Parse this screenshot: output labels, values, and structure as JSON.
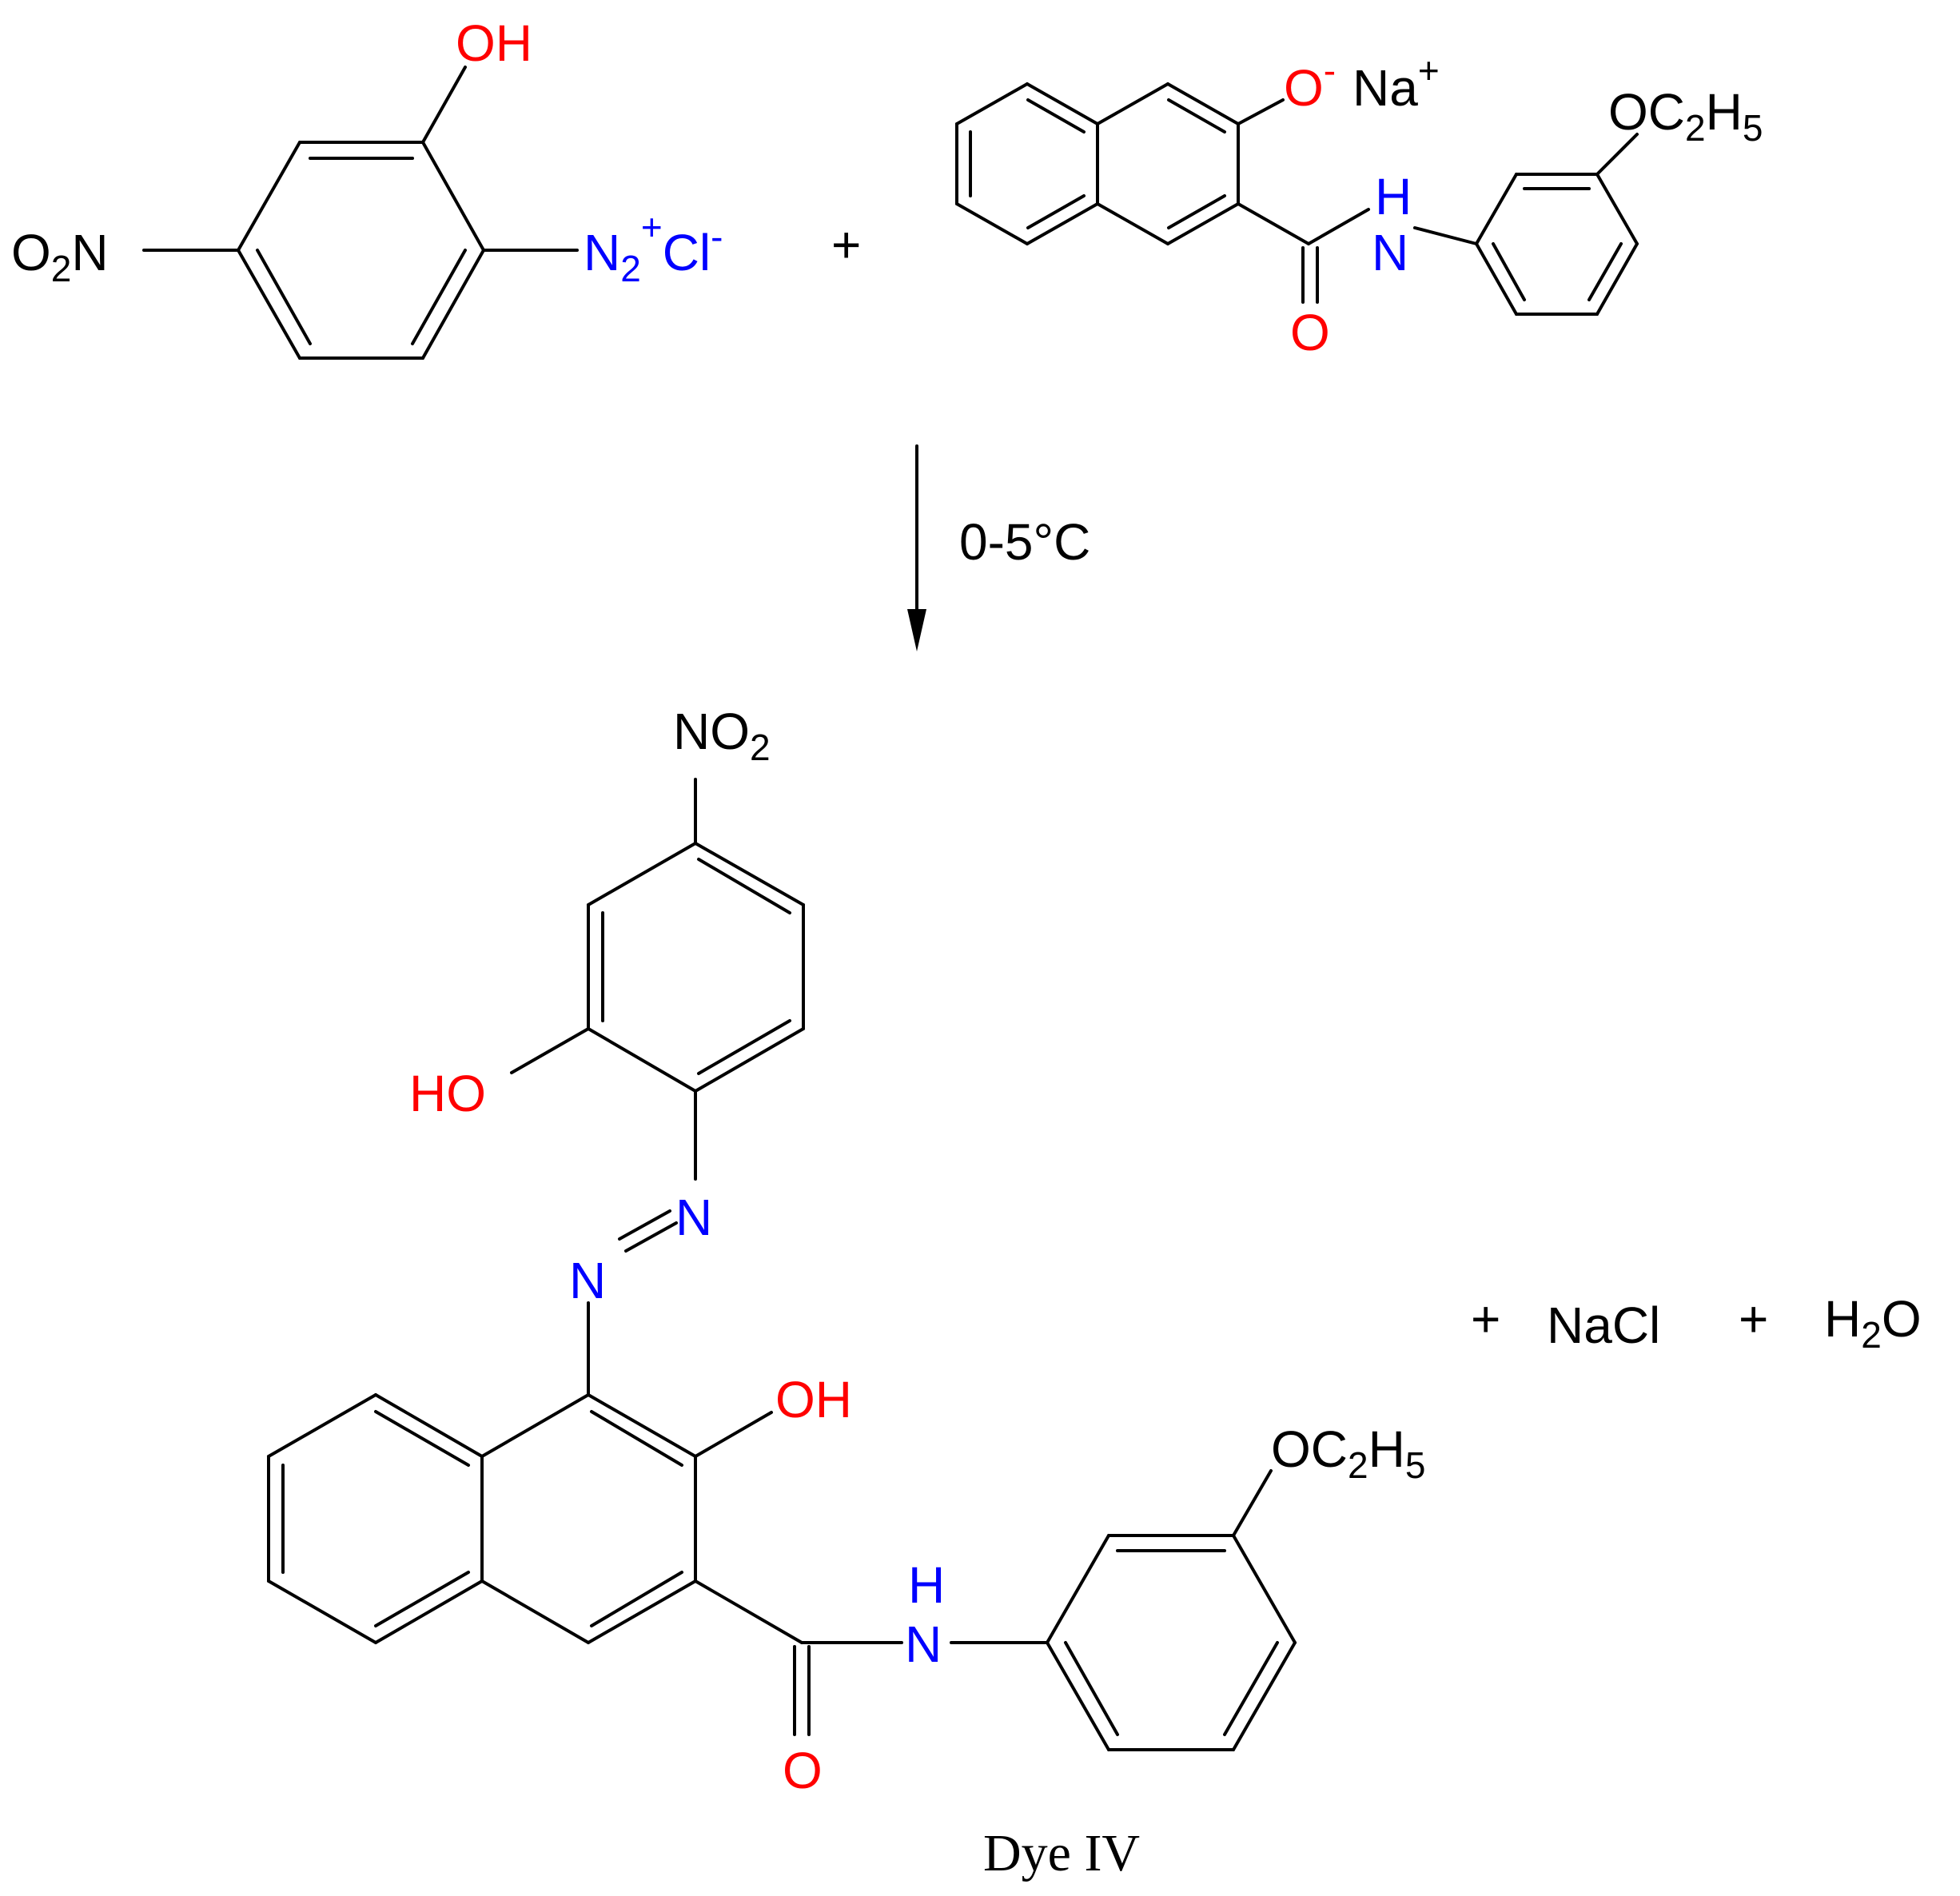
{
  "colors": {
    "bond": "#000000",
    "carbon_text": "#000000",
    "oxygen": "#ff0000",
    "nitrogen": "#0000ff"
  },
  "reactant1": {
    "hydroxyl": "OH",
    "nitro_O": "O",
    "nitro_sub": "2",
    "nitro_N": "N",
    "diazonium_N": "N",
    "diazonium_sub": "2",
    "diazonium_charge": "+",
    "chloride": "Cl",
    "chloride_charge": "-"
  },
  "plus_sign": "+",
  "reactant2": {
    "phenoxide_O": "O",
    "phenoxide_charge": "-",
    "sodium": "Na",
    "sodium_charge": "+",
    "ethoxy_OC": "OC",
    "ethoxy_sub1": "2",
    "ethoxy_H": "H",
    "ethoxy_sub2": "5",
    "amide_H": "H",
    "amide_N": "N",
    "carbonyl_O": "O"
  },
  "arrow": {
    "condition": "0-5°C"
  },
  "product": {
    "nitro_N": "NO",
    "nitro_sub": "2",
    "phenol_OH": "HO",
    "azo_N1": "N",
    "azo_N2": "N",
    "naphthol_OH": "OH",
    "ethoxy_OC": "OC",
    "ethoxy_sub1": "2",
    "ethoxy_H": "H",
    "ethoxy_sub2": "5",
    "amide_H": "H",
    "amide_N": "N",
    "carbonyl_O": "O",
    "caption": "Dye IV"
  },
  "byproducts": {
    "plus1": "+",
    "nacl": "NaCl",
    "plus2": "+",
    "water_H": "H",
    "water_sub": "2",
    "water_O": "O"
  }
}
